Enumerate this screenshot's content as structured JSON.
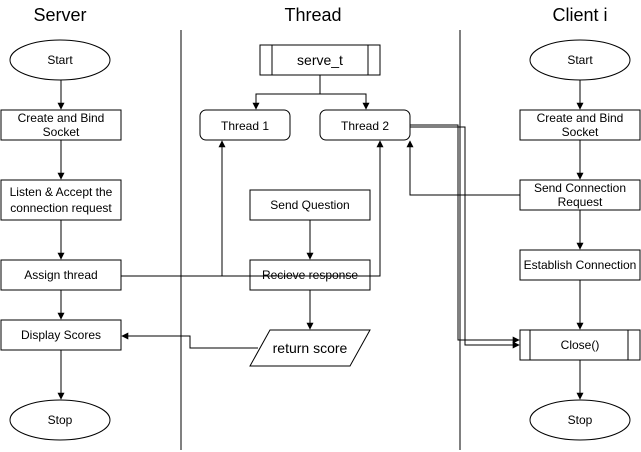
{
  "lanes": {
    "server": "Server",
    "thread": "Thread",
    "client": "Client i"
  },
  "server": {
    "start": "Start",
    "create_bind": [
      "Create and Bind",
      "Socket"
    ],
    "listen_accept": [
      "Listen & Accept the",
      "connection request"
    ],
    "assign_thread": "Assign thread",
    "display_scores": "Display Scores",
    "stop": "Stop"
  },
  "thread": {
    "serve_t": "serve_t",
    "thread1": "Thread 1",
    "thread2": "Thread 2",
    "send_question": "Send Question",
    "receive_response": "Recieve response",
    "return_score": "return score"
  },
  "client": {
    "start": "Start",
    "create_bind": [
      "Create and Bind",
      "Socket"
    ],
    "send_connection": [
      "Send Connection",
      "Request"
    ],
    "establish": "Establish Connection",
    "close": "Close()",
    "stop": "Stop"
  }
}
